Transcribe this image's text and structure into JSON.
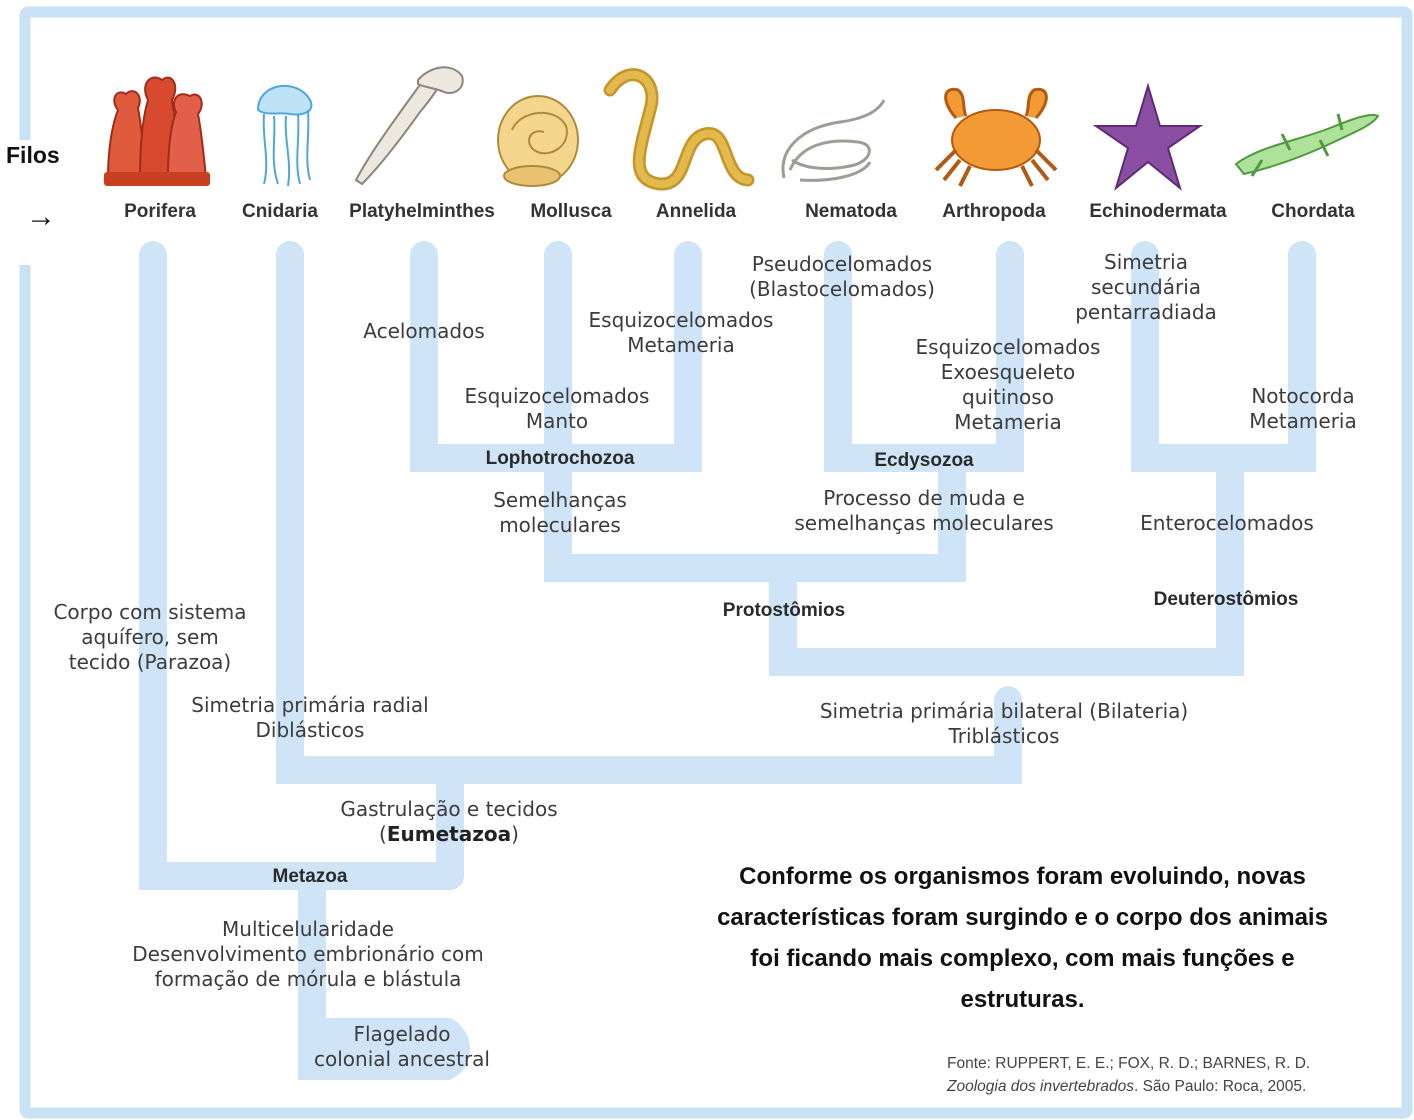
{
  "side": {
    "label": "Filos",
    "arrow": "→"
  },
  "phyla": [
    "Porifera",
    "Cnidaria",
    "Platyhelminthes",
    "Mollusca",
    "Annelida",
    "Nematoda",
    "Arthropoda",
    "Echinodermata",
    "Chordata"
  ],
  "labels": {
    "pseudocelomados": [
      "Pseudocelomados",
      "(Blastocelomados)"
    ],
    "simetria_secundaria": [
      "Simetria",
      "secundária",
      "pentarradiada"
    ],
    "acelomados": "Acelomados",
    "esquizo_metameria": [
      "Esquizocelomados",
      "Metameria"
    ],
    "esquizo_artro": [
      "Esquizocelomados",
      "Exoesqueleto",
      "quitinoso",
      "Metameria"
    ],
    "notocorda": [
      "Notocorda",
      "Metameria"
    ],
    "esquizo_manto": [
      "Esquizocelomados",
      "Manto"
    ],
    "semelhancas": [
      "Semelhanças",
      "moleculares"
    ],
    "processo_muda": [
      "Processo de muda e",
      "semelhanças moleculares"
    ],
    "enterocelomados": "Enterocelomados",
    "corpo_sistema": [
      "Corpo com sistema",
      "aquífero, sem",
      "tecido (Parazoa)"
    ],
    "simetria_radial": [
      "Simetria primária radial",
      "Diblásticos"
    ],
    "simetria_bilateral": [
      "Simetria primária bilateral (Bilateria)",
      "Triblásticos"
    ],
    "gastrulacao": [
      "Gastrulação e tecidos",
      "(",
      "Eumetazoa",
      ")"
    ],
    "multicelularidade": [
      "Multicelularidade",
      "Desenvolvimento embrionário com",
      "formação de mórula e blástula"
    ],
    "flagelado": [
      "Flagelado",
      "colonial ancestral"
    ]
  },
  "nodes": {
    "lophotrochozoa": "Lophotrochozoa",
    "ecdysozoa": "Ecdysozoa",
    "protostomios": "Protostômios",
    "deuterostomios": "Deuterostômios",
    "metazoa": "Metazoa"
  },
  "note": "Conforme os organismos foram evoluindo, novas características foram surgindo e o corpo dos animais foi ficando mais complexo, com mais funções e estruturas.",
  "source": {
    "line1": "Fonte: RUPPERT, E. E.; FOX, R. D.; BARNES, R. D.",
    "title": "Zoologia dos invertebrados",
    "rest": ". São Paulo: Roca, 2005."
  },
  "colors": {
    "branch": "#cfe5f7",
    "frame": "#c9e1f5"
  }
}
